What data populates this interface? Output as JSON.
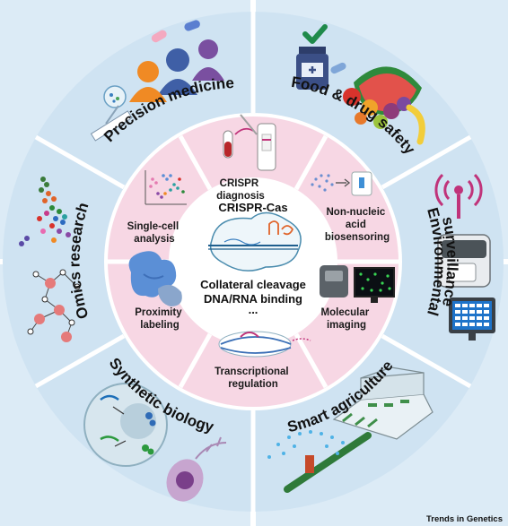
{
  "center": {
    "title": "CRISPR-Cas",
    "line1": "Collateral cleavage",
    "line2": "DNA/RNA binding",
    "ellipsis": "..."
  },
  "inner_ring": [
    {
      "id": "crispr-diagnosis",
      "lines": [
        "CRISPR",
        "diagnosis"
      ]
    },
    {
      "id": "non-nucleic-acid-biosensoring",
      "lines": [
        "Non-nucleic",
        "acid",
        "biosensoring"
      ]
    },
    {
      "id": "molecular-imaging",
      "lines": [
        "Molecular",
        "imaging"
      ]
    },
    {
      "id": "transcriptional-regulation",
      "lines": [
        "Transcriptional",
        "regulation"
      ]
    },
    {
      "id": "proximity-labeling",
      "lines": [
        "Proximity",
        "labeling"
      ]
    },
    {
      "id": "single-cell-analysis",
      "lines": [
        "Single-cell",
        "analysis"
      ]
    }
  ],
  "outer_ring": [
    {
      "id": "precision-medicine",
      "label": "Precision medicine"
    },
    {
      "id": "food-drug-safety",
      "label": "Food & drug safety"
    },
    {
      "id": "environmental-surveillance",
      "lines": [
        "Environmental",
        "surveillance"
      ]
    },
    {
      "id": "smart-agriculture",
      "label": "Smart agriculture"
    },
    {
      "id": "synthetic-biology",
      "label": "Synthetic biology"
    },
    {
      "id": "omics-research",
      "label": "Omics research"
    }
  ],
  "credit": "Trends in Genetics",
  "colors": {
    "outer_ring": "#cfe3f2",
    "outer_corner": "#dcebf6",
    "inner_ring": "#f7d7e4",
    "center": "#ffffff",
    "divider": "#ffffff"
  }
}
